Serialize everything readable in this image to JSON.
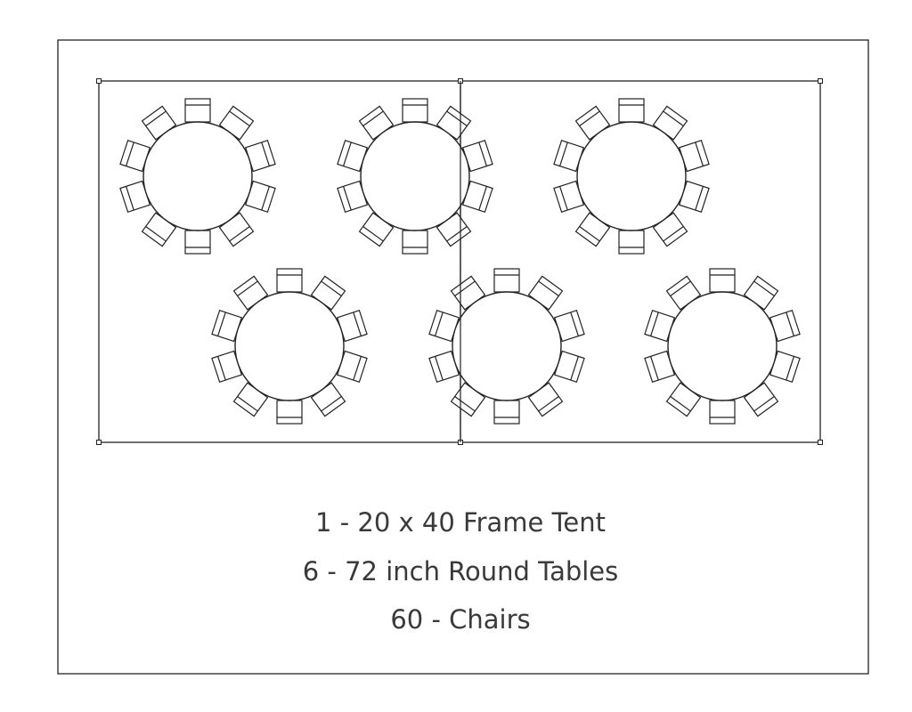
{
  "layout": {
    "tent_sections": 2,
    "tables": [
      {
        "row": 1,
        "position": 1,
        "chairs": 10
      },
      {
        "row": 1,
        "position": 2,
        "chairs": 10
      },
      {
        "row": 1,
        "position": 3,
        "chairs": 10
      },
      {
        "row": 2,
        "position": 1,
        "chairs": 10
      },
      {
        "row": 2,
        "position": 2,
        "chairs": 10
      },
      {
        "row": 2,
        "position": 3,
        "chairs": 10
      }
    ]
  },
  "legend": {
    "line1": "1 - 20 x 40 Frame Tent",
    "line2": "6 - 72 inch Round Tables",
    "line3": "60 - Chairs"
  },
  "colors": {
    "stroke": "#222222",
    "text": "#3a3a3a"
  }
}
